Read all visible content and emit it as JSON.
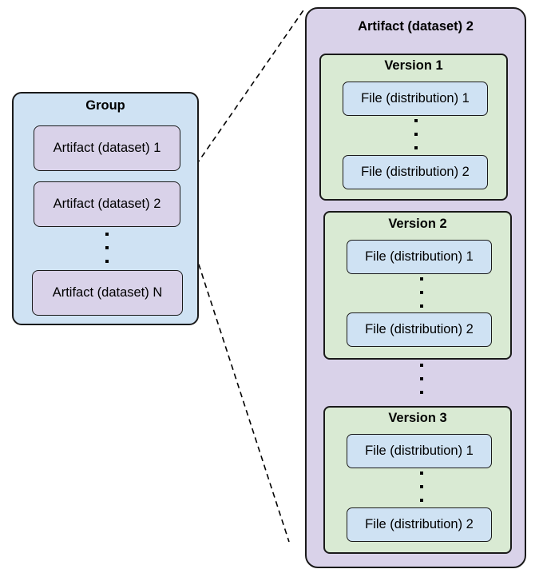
{
  "group": {
    "title": "Group",
    "artifacts": [
      "Artifact (dataset) 1",
      "Artifact (dataset) 2",
      "Artifact (dataset) N"
    ]
  },
  "artifact_detail": {
    "title": "Artifact (dataset) 2",
    "versions": [
      {
        "title": "Version 1",
        "files": [
          "File (distribution) 1",
          "File (distribution) 2"
        ]
      },
      {
        "title": "Version 2",
        "files": [
          "File (distribution) 1",
          "File (distribution) 2"
        ]
      },
      {
        "title": "Version 3",
        "files": [
          "File (distribution) 1",
          "File (distribution) 2"
        ]
      }
    ]
  },
  "colors": {
    "group_fill": "#cfe2f3",
    "artifact_fill": "#d9d2e9",
    "version_fill": "#d9ead3",
    "file_fill": "#cfe2f3",
    "border": "#1a1a1a"
  }
}
